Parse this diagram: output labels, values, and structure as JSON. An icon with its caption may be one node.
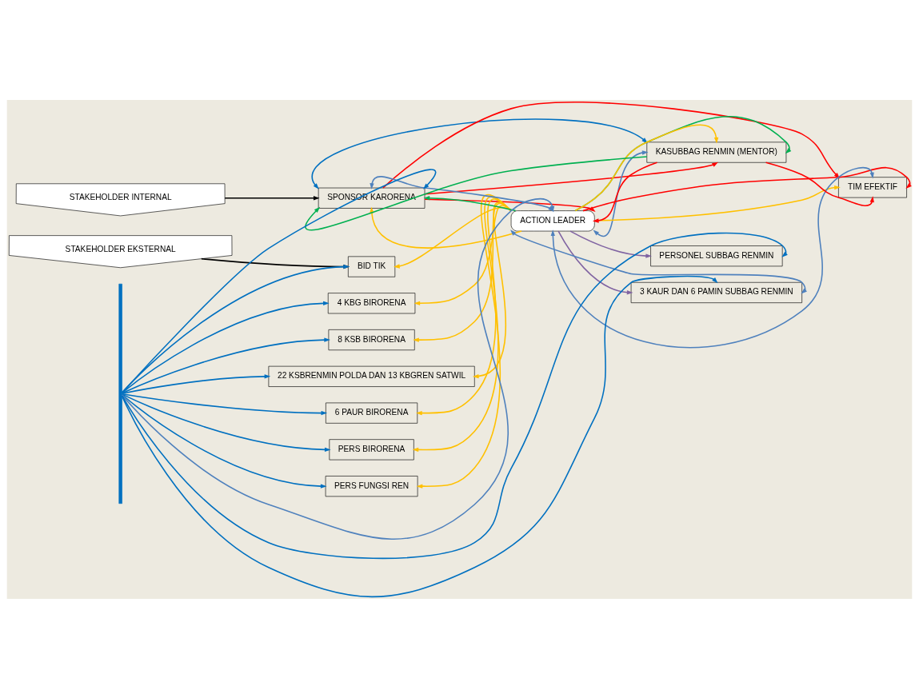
{
  "diagram": {
    "nodes": [
      {
        "text": [
          "STAKEHOLDER EKSTERNAL"
        ]
      },
      {
        "text": [
          "BID TIK"
        ]
      },
      {
        "text": [
          "4 KBG BIRORENA"
        ]
      },
      {
        "text": [
          "8 KSB BIRORENA"
        ]
      },
      {
        "text": [
          "22 KSBRENMIN POLDA DAN 13 KBGREN SATWIL"
        ]
      },
      {
        "text": [
          "6 PAUR BIRORENA"
        ]
      },
      {
        "text": [
          "PERS BIRORENA"
        ]
      },
      {
        "text": [
          "PERS FUNGSI REN"
        ]
      },
      {
        "text": [
          "STAKEHOLDER INTERNAL"
        ]
      },
      {
        "text": [
          "SPONSOR KARORENA"
        ]
      },
      {
        "text": [
          "ACTION LEADER"
        ]
      },
      {
        "text": [
          "KASUBBAG RENMIN (MENTOR)"
        ]
      },
      {
        "text": [
          "TIM EFEKTIF"
        ]
      },
      {
        "text": [
          "PERSONEL SUBBAG RENMIN"
        ]
      },
      {
        "text": [
          "3 KAUR DAN 6 PAMIN SUBBAG RENMIN"
        ]
      },
      {
        "text": [],
        "shape": "bar"
      }
    ],
    "edges": [
      {
        "from": 0,
        "to": 1,
        "arrow": "to",
        "color": "#000000"
      },
      {
        "from": 8,
        "to": 9,
        "arrow": "to",
        "color": "#000000"
      },
      {
        "from": 10,
        "to": 1,
        "arrow": "to",
        "color": "#ffc000"
      },
      {
        "from": 10,
        "to": 2,
        "arrow": "to",
        "color": "#ffc000"
      },
      {
        "from": 10,
        "to": 3,
        "arrow": "to",
        "color": "#ffc000"
      },
      {
        "from": 10,
        "to": 4,
        "arrow": "to",
        "color": "#ffc000"
      },
      {
        "from": 10,
        "to": 5,
        "arrow": "to",
        "color": "#ffc000"
      },
      {
        "from": 10,
        "to": 6,
        "arrow": "to",
        "color": "#ffc000"
      },
      {
        "from": 10,
        "to": 7,
        "arrow": "to",
        "color": "#ffc000"
      },
      {
        "from": 10,
        "to": 9,
        "arrow": "to",
        "color": "#00b050"
      },
      {
        "from": 10,
        "to": 9,
        "arrow": "both",
        "color": "#4f81bd"
      },
      {
        "from": 9,
        "to": 10,
        "arrow": "to",
        "color": "#ff0000"
      },
      {
        "from": 10,
        "to": 9,
        "arrow": "to",
        "color": "#ffc000"
      },
      {
        "from": 11,
        "to": 10,
        "arrow": "to",
        "color": "#ff0000"
      },
      {
        "from": 10,
        "to": 11,
        "arrow": "both",
        "color": "#4f81bd"
      },
      {
        "from": 10,
        "to": 11,
        "arrow": "to",
        "color": "#00b050"
      },
      {
        "from": 10,
        "to": 11,
        "arrow": "to",
        "color": "#ffc000"
      },
      {
        "from": 10,
        "to": 12,
        "arrow": "to",
        "color": "#ffc000"
      },
      {
        "from": 10,
        "to": 12,
        "arrow": "to",
        "color": "#ff0000"
      },
      {
        "from": 10,
        "to": 12,
        "arrow": "both",
        "color": "#4f81bd"
      },
      {
        "from": 9,
        "to": 11,
        "arrow": "to",
        "color": "#ff0000"
      },
      {
        "from": 9,
        "to": 11,
        "arrow": "both",
        "color": "#0070c0"
      },
      {
        "from": 11,
        "to": 9,
        "arrow": "to",
        "color": "#00b050"
      },
      {
        "from": 11,
        "to": 12,
        "arrow": "to",
        "color": "#ff0000"
      },
      {
        "from": 9,
        "to": 12,
        "arrow": "to",
        "color": "#ff0000"
      },
      {
        "from": 10,
        "to": 13,
        "arrow": "to",
        "color": "#8064a2"
      },
      {
        "from": 10,
        "to": 14,
        "arrow": "to",
        "color": "#8064a2"
      },
      {
        "from": 10,
        "to": 14,
        "arrow": "both",
        "color": "#4f81bd"
      },
      {
        "from": 15,
        "to": 10,
        "arrow": "to",
        "color": "#4f81bd"
      },
      {
        "from": 15,
        "to": 9,
        "arrow": "to",
        "color": "#0070c0"
      },
      {
        "from": 15,
        "to": 1,
        "arrow": "to",
        "color": "#0070c0"
      },
      {
        "from": 15,
        "to": 2,
        "arrow": "to",
        "color": "#0070c0"
      },
      {
        "from": 15,
        "to": 3,
        "arrow": "to",
        "color": "#0070c0"
      },
      {
        "from": 15,
        "to": 4,
        "arrow": "to",
        "color": "#0070c0"
      },
      {
        "from": 15,
        "to": 5,
        "arrow": "to",
        "color": "#0070c0"
      },
      {
        "from": 15,
        "to": 6,
        "arrow": "to",
        "color": "#0070c0"
      },
      {
        "from": 15,
        "to": 7,
        "arrow": "to",
        "color": "#0070c0"
      },
      {
        "from": 15,
        "to": 13,
        "arrow": "to",
        "color": "#0070c0"
      },
      {
        "from": 15,
        "to": 14,
        "arrow": "to",
        "color": "#0070c0"
      }
    ]
  }
}
